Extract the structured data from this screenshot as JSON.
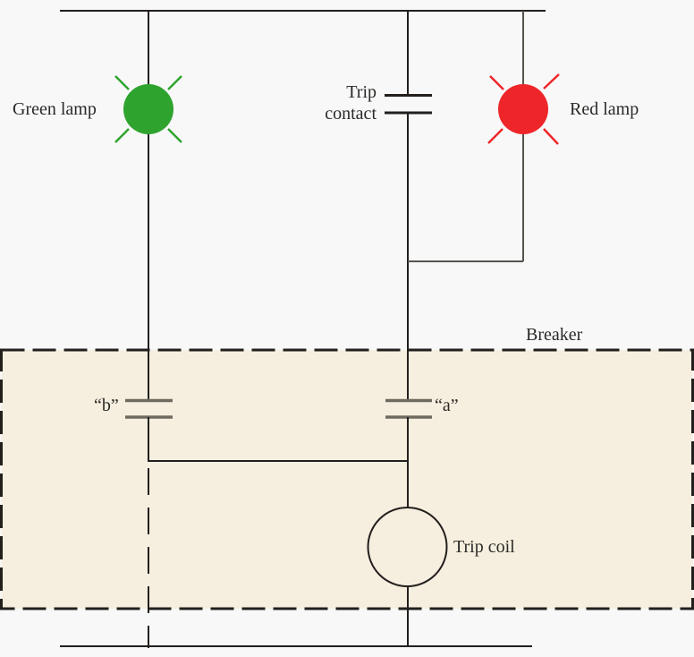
{
  "diagram": {
    "labels": {
      "green_lamp": "Green lamp",
      "red_lamp": "Red lamp",
      "trip_contact_line1": "Trip",
      "trip_contact_line2": "contact",
      "breaker": "Breaker",
      "contact_b": "“b”",
      "contact_a": "“a”",
      "trip_coil": "Trip coil"
    },
    "colors": {
      "background": "#f8f8f9",
      "breaker-fill": "#f6efdf",
      "line": "#221f1d",
      "muted-line": "#57534e",
      "contact-bar": "#6e6a60",
      "green": "#2ea32e",
      "red": "#ee2629",
      "text": "#2b2926"
    }
  }
}
